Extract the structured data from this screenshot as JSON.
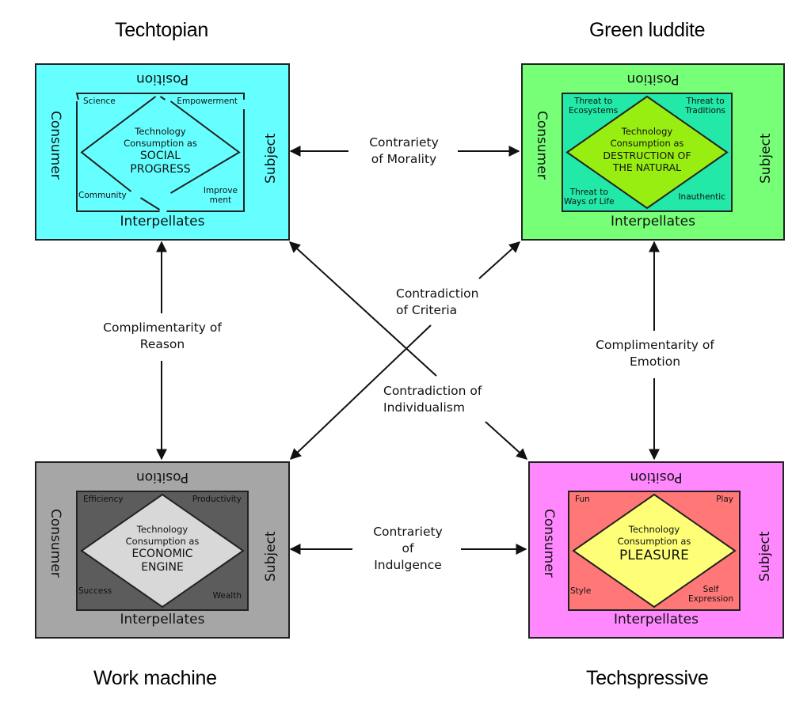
{
  "quadrants": {
    "top_left": {
      "title": "Techtopian",
      "colors": {
        "outer": "#66ffff",
        "inner": "#66ffff",
        "diamond": "#66ffff"
      },
      "labels": {
        "top": "Position",
        "bottom": "Interpellates",
        "left": "Consumer",
        "right": "Subject"
      },
      "center": {
        "line1": "Technology",
        "line2": "Consumption as",
        "line3": "SOCIAL",
        "line4": "PROGRESS"
      },
      "corners": {
        "tl": "Science",
        "tr": "Empowerment",
        "bl": "Community",
        "br": "Improve\nment"
      }
    },
    "top_right": {
      "title": "Green luddite",
      "colors": {
        "outer": "#77ff77",
        "inner": "#22e8a8",
        "diamond": "#99ee11"
      },
      "labels": {
        "top": "Position",
        "bottom": "Interpellates",
        "left": "Consumer",
        "right": "Subject"
      },
      "center": {
        "line1": "Technology",
        "line2": "Consumption as",
        "line3": "DESTRUCTION OF",
        "line4": "THE NATURAL"
      },
      "corners": {
        "tl": "Threat to\nEcosystems",
        "tr": "Threat to\nTraditions",
        "bl": "Threat to\nWays of Life",
        "br": "Inauthentic"
      }
    },
    "bottom_left": {
      "title": "Work machine",
      "colors": {
        "outer": "#a6a6a6",
        "inner": "#5c5c5c",
        "diamond": "#d8d8d8"
      },
      "labels": {
        "top": "Position",
        "bottom": "Interpellates",
        "left": "Consumer",
        "right": "Subject"
      },
      "center": {
        "line1": "Technology",
        "line2": "Consumption as",
        "line3": "ECONOMIC",
        "line4": "ENGINE"
      },
      "corners": {
        "tl": "Efficiency",
        "tr": "Productivity",
        "bl": "Success",
        "br": "Wealth"
      }
    },
    "bottom_right": {
      "title": "Techspressive",
      "colors": {
        "outer": "#ff88ff",
        "inner": "#ff7777",
        "diamond": "#ffff77"
      },
      "labels": {
        "top": "Position",
        "bottom": "Interpellates",
        "left": "Consumer",
        "right": "Subject"
      },
      "center": {
        "line1": "Technology",
        "line2": "Consumption as",
        "line3": "PLEASURE",
        "line4": ""
      },
      "corners": {
        "tl": "Fun",
        "tr": "Play",
        "bl": "Style",
        "br": "Self\nExpression"
      }
    }
  },
  "relations": {
    "top": "Contrariety\nof Morality",
    "bottom": "Contrariety\nof\nIndulgence",
    "left": "Complimentarity of\nReason",
    "right": "Complimentarity of\nEmotion",
    "diag_criteria": "Contradiction\nof Criteria",
    "diag_individualism": "Contradiction of\nIndividualism"
  }
}
